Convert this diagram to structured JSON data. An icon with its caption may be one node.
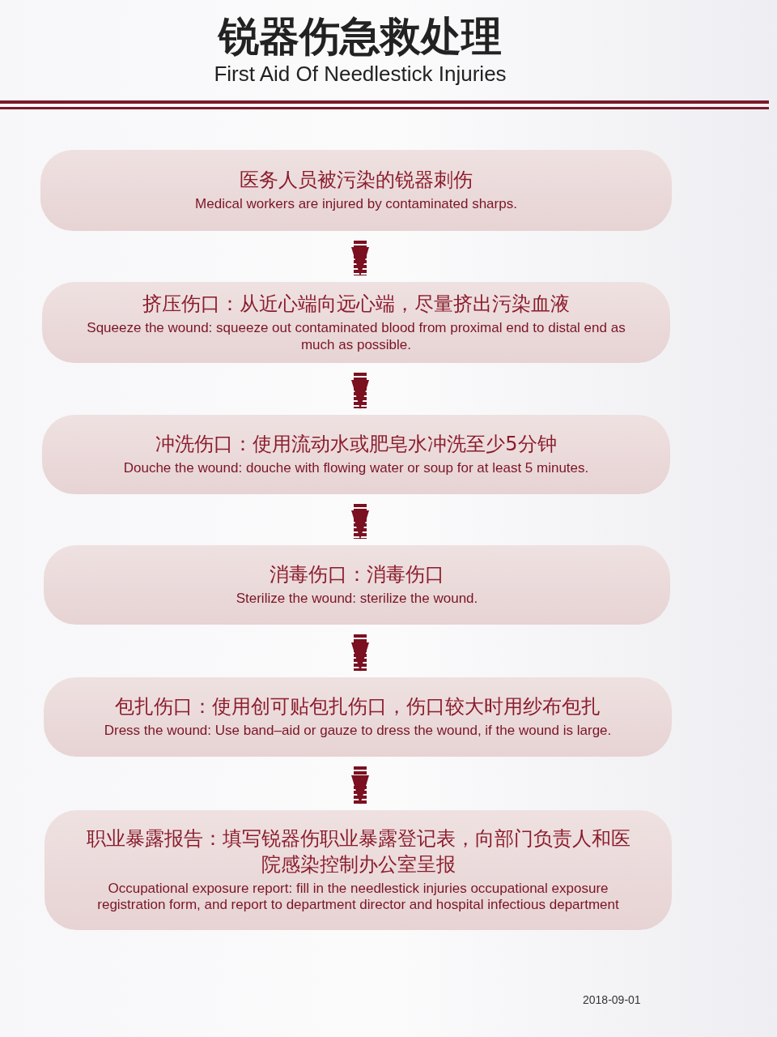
{
  "diagram": {
    "title": "锐器伤急救处理",
    "nodes": [
      {
        "text": [
          "医务人员被污染的锐器刺伤",
          "Medical workers are injured by contaminated sharps."
        ]
      },
      {
        "text": [
          "挤压伤口：从近心端向远心端，尽量挤出污染血液",
          "Squeeze the wound: squeeze out contaminated blood from proximal end to distal end as much as possible."
        ]
      },
      {
        "text": [
          "冲洗伤口：使用流动水或肥皂水冲洗至少5分钟",
          "Douche the wound: douche with flowing water or soup for at least 5 minutes."
        ]
      },
      {
        "text": [
          "消毒伤口：消毒伤口",
          "Sterilize the wound: sterilize the wound."
        ]
      },
      {
        "text": [
          "包扎伤口：使用创可贴包扎伤口，伤口较大时用纱布包扎",
          "Dress the wound: Use band–aid or gauze to dress the wound, if the wound is large."
        ]
      },
      {
        "text": [
          "职业暴露报告：填写锐器伤职业暴露登记表，向部门负责人和医院感染控制办公室呈报",
          "Occupational exposure report: fill in the needlestick injuries occupational exposure registration form, and report to department director and hospital infectious department"
        ]
      }
    ],
    "edges": [
      {
        "from": 0,
        "to": 1,
        "arrow": "to"
      },
      {
        "from": 1,
        "to": 2,
        "arrow": "to"
      },
      {
        "from": 2,
        "to": 3,
        "arrow": "to"
      },
      {
        "from": 3,
        "to": 4,
        "arrow": "to"
      },
      {
        "from": 4,
        "to": 5,
        "arrow": "to"
      }
    ],
    "labels": [
      "First Aid Of Needlestick Injuries",
      "2018-09-01"
    ]
  }
}
